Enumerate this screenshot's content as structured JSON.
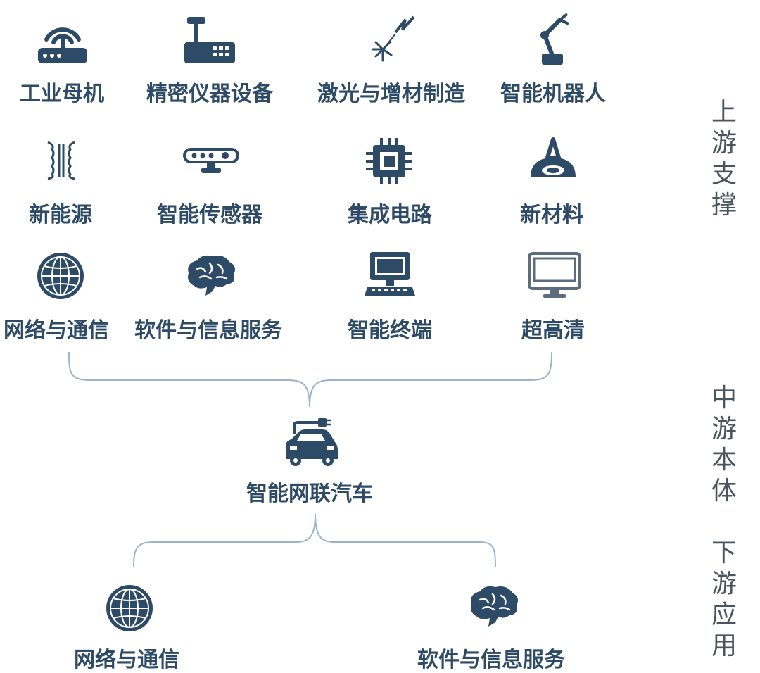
{
  "upstream_rows": [
    [
      {
        "label": "工业母机",
        "icon": "router-icon"
      },
      {
        "label": "精密仪器设备",
        "icon": "instrument-icon"
      },
      {
        "label": "激光与增材制造",
        "icon": "laser-icon"
      },
      {
        "label": "智能机器人",
        "icon": "robot-arm-icon"
      }
    ],
    [
      {
        "label": "新能源",
        "icon": "transformer-icon"
      },
      {
        "label": "智能传感器",
        "icon": "sensor-icon"
      },
      {
        "label": "集成电路",
        "icon": "chip-icon"
      },
      {
        "label": "新材料",
        "icon": "material-icon"
      }
    ],
    [
      {
        "label": "网络与通信",
        "icon": "globe-icon"
      },
      {
        "label": "软件与信息服务",
        "icon": "brain-icon"
      },
      {
        "label": "智能终端",
        "icon": "computer-icon"
      },
      {
        "label": "超高清",
        "icon": "monitor-icon"
      }
    ]
  ],
  "midstream": {
    "label": "智能网联汽车",
    "icon": "connected-car-icon"
  },
  "downstream": [
    {
      "label": "网络与通信",
      "icon": "globe-icon"
    },
    {
      "label": "软件与信息服务",
      "icon": "brain-icon"
    }
  ],
  "side_labels": {
    "upstream": [
      "上",
      "游",
      "支",
      "撑"
    ],
    "midstream": [
      "中",
      "游",
      "本",
      "体"
    ],
    "downstream": [
      "下",
      "游",
      "应",
      "用"
    ]
  },
  "colors": {
    "icon": "#2d4a66",
    "label": "#2d4a66",
    "connector": "#9bb4cc",
    "side_text": "#4a5560"
  }
}
